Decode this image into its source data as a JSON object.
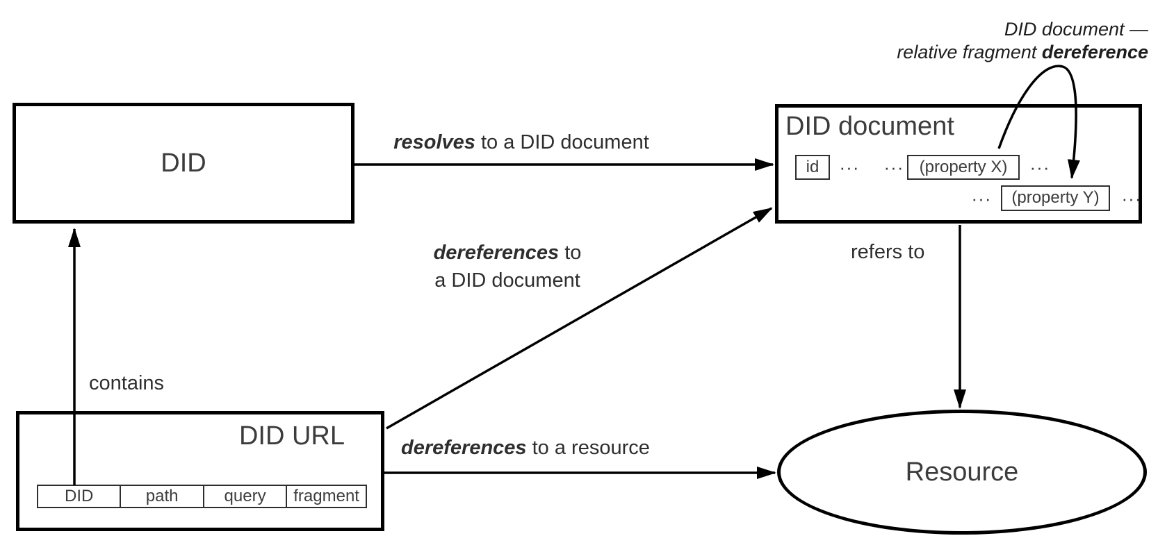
{
  "canvas": {
    "background_color": "#ffffff",
    "line_color": "#000000",
    "text_color": "#2e2e2e"
  },
  "nodes": {
    "did": {
      "label": "DID"
    },
    "did_document": {
      "title": "DID document",
      "id_label": "id",
      "dots": "···",
      "property_x": "(property X)",
      "property_y": "(property Y)"
    },
    "did_url": {
      "title": "DID URL",
      "segments": [
        "DID",
        "path",
        "query",
        "fragment"
      ]
    },
    "resource": {
      "label": "Resource"
    }
  },
  "edges": {
    "resolves": {
      "bold": "resolves",
      "rest": " to a DID document"
    },
    "dereferences_doc": {
      "bold": "dereferences",
      "rest": " to",
      "line2": "a DID document"
    },
    "contains": {
      "label": "contains"
    },
    "dereferences_resource": {
      "bold": "dereferences",
      "rest": " to a resource"
    },
    "refers_to": {
      "label": "refers to"
    }
  },
  "notes": {
    "fragment_dereference": {
      "line1": "DID document —",
      "line2_italic": "relative fragment ",
      "line2_bold": "dereference"
    }
  }
}
